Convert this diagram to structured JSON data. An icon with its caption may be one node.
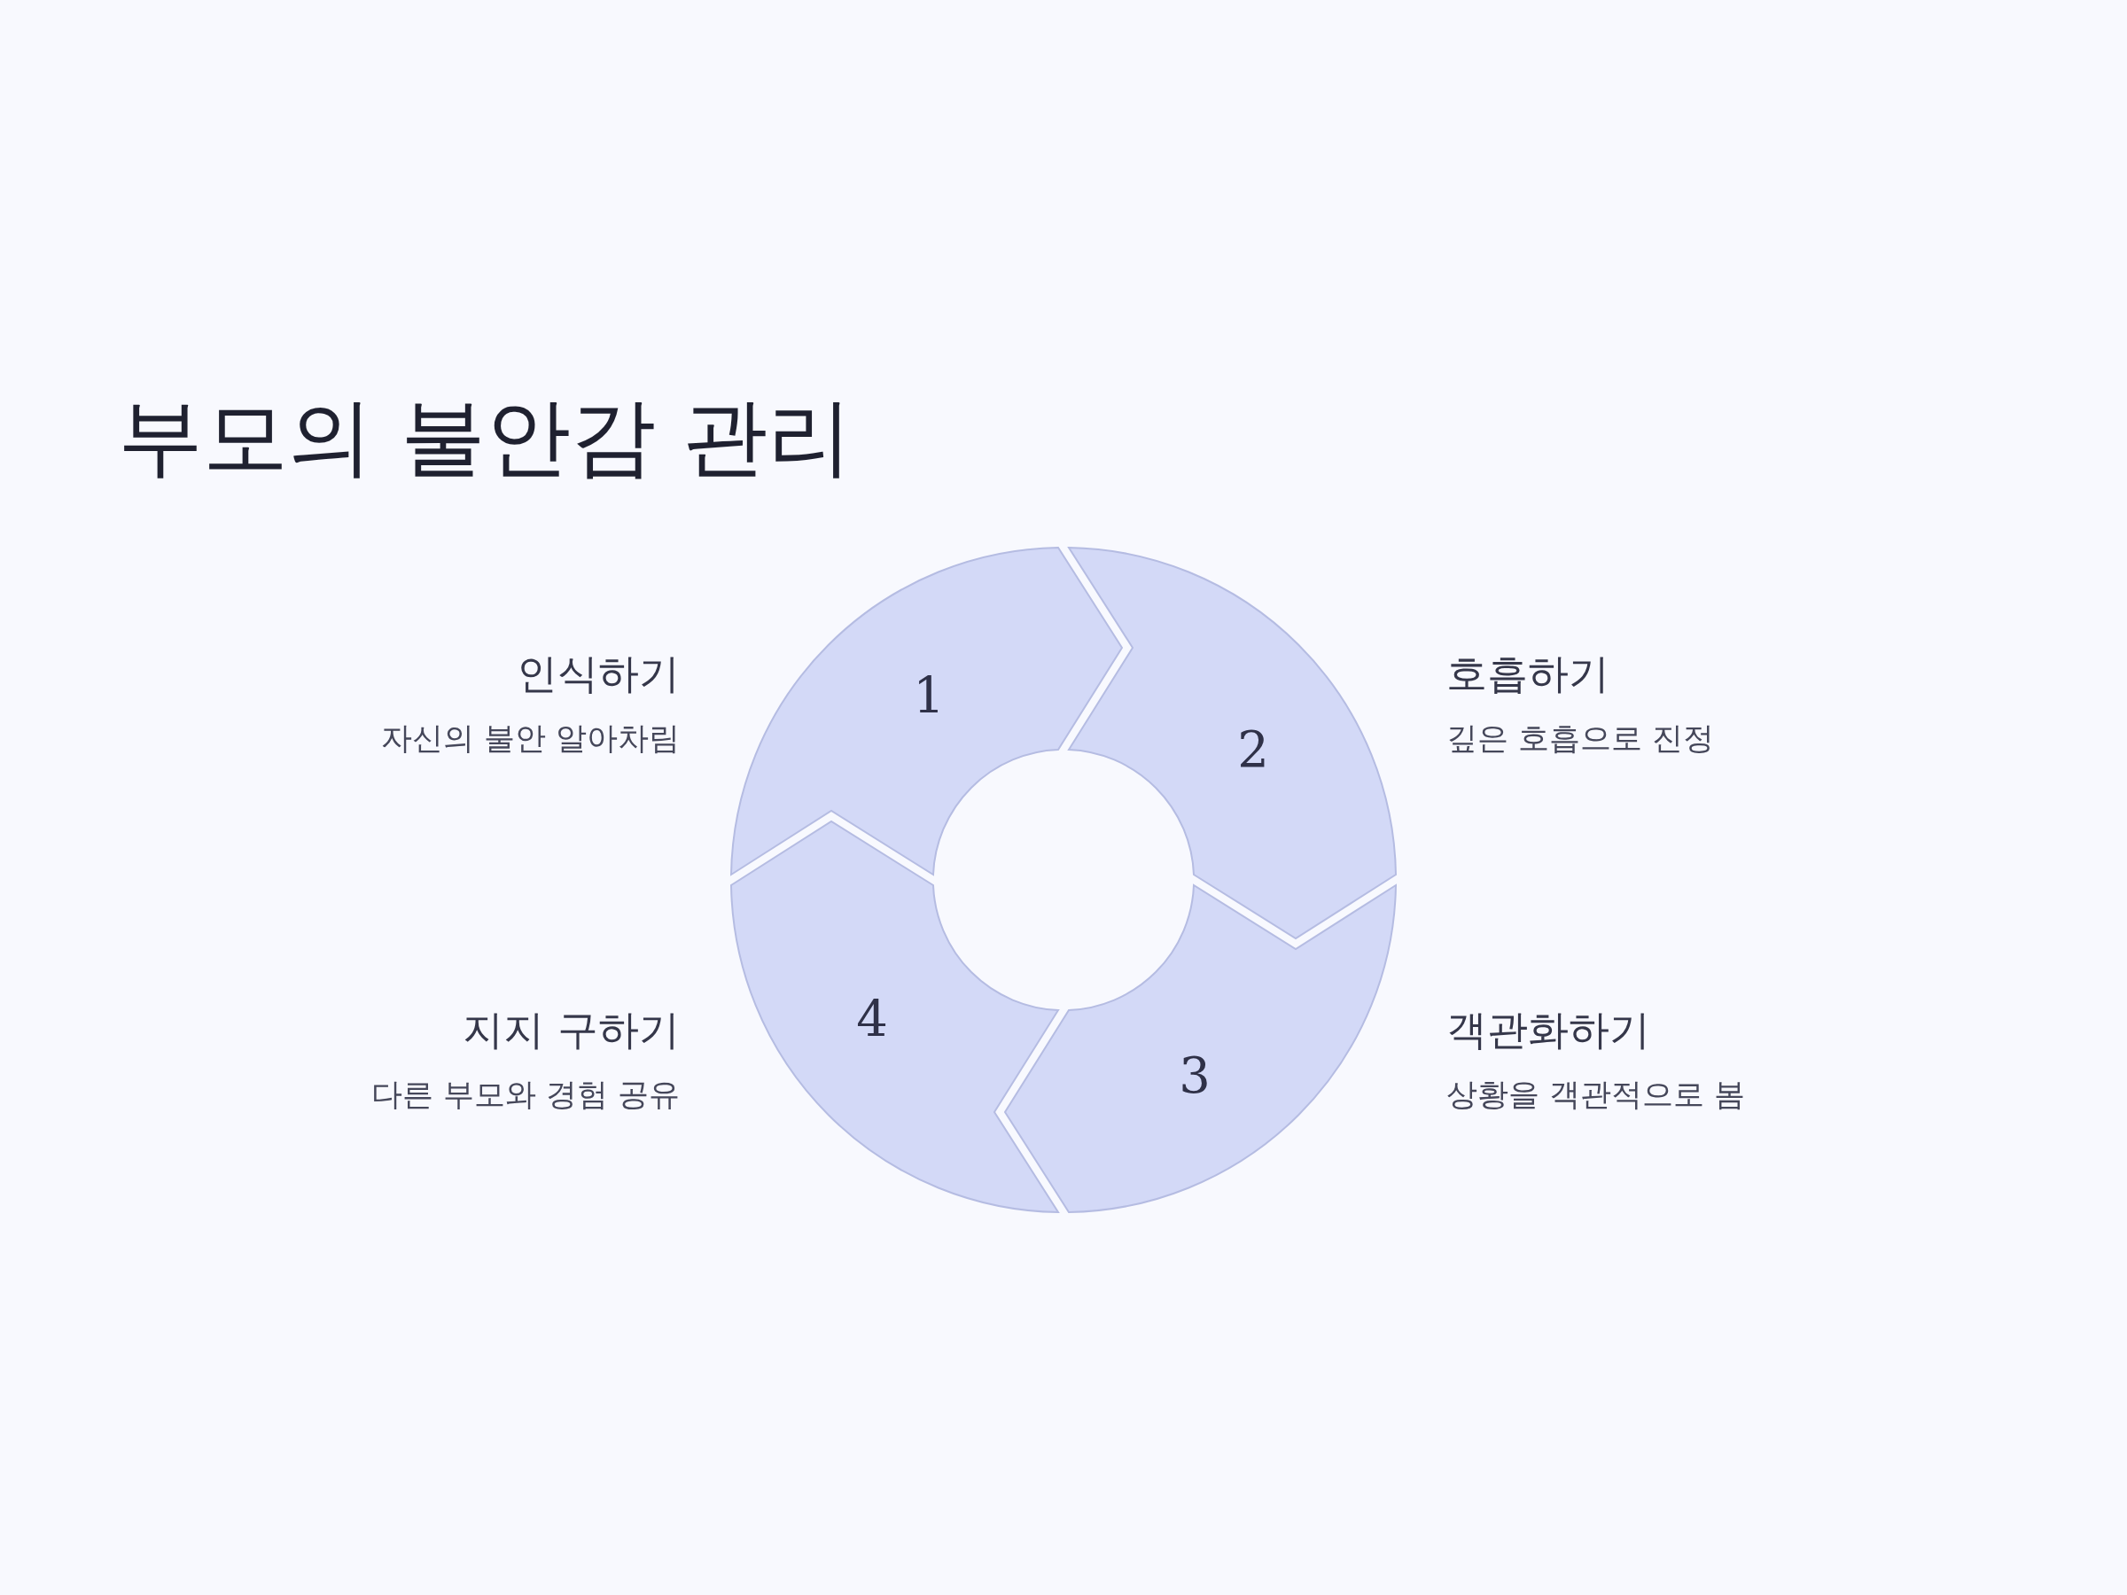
{
  "diagram": {
    "title": "부모의 불안감 관리",
    "nodes": [
      {
        "text": [
          "1"
        ],
        "beside": [
          "인식하기",
          "자신의 불안 알아차림"
        ]
      },
      {
        "text": [
          "2"
        ],
        "beside": [
          "호흡하기",
          "깊은 호흡으로 진정"
        ]
      },
      {
        "text": [
          "3"
        ],
        "beside": [
          "객관화하기",
          "상황을 객관적으로 봄"
        ]
      },
      {
        "text": [
          "4"
        ],
        "beside": [
          "지지 구하기",
          "다른 부모와 경험 공유"
        ]
      }
    ]
  }
}
